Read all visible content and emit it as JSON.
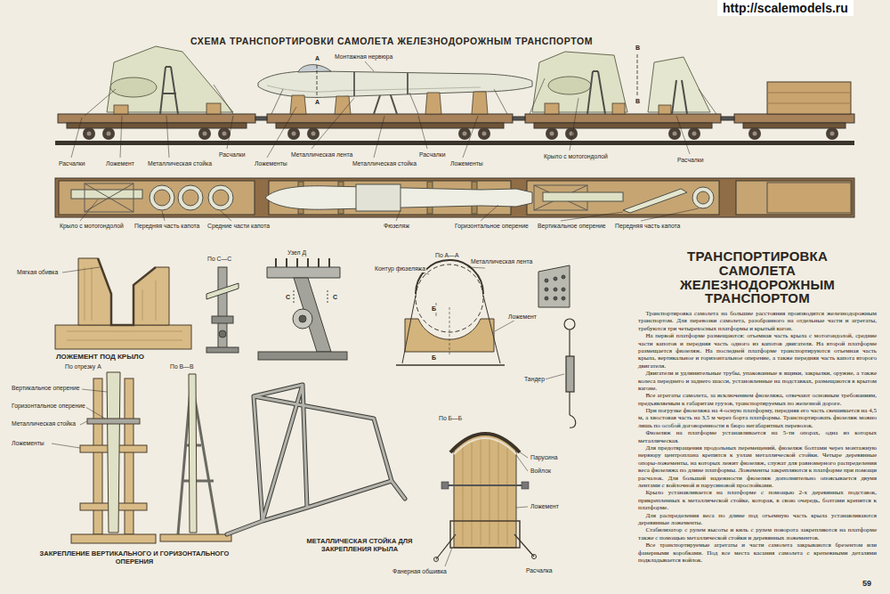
{
  "diagram": {
    "title": "СХЕМА ТРАНСПОРТИРОВКИ САМОЛЕТА ЖЕЛЕЗНОДОРОЖНЫМ ТРАНСПОРТОМ",
    "labels": [
      "http://scalemodels.ru",
      "Монтажная нервюра",
      "А",
      "А",
      "В",
      "В",
      "Расчалки",
      "Ложемент",
      "Металлическая стойка",
      "Расчалки",
      "Ложементы",
      "Металлическая лента",
      "Металлическая стойка",
      "Расчалки",
      "Ложементы",
      "Крыло с мотогондолой",
      "Расчалки",
      "Крыло с мотогондолой",
      "Передняя часть капота",
      "Средние части капота",
      "Фюзеляж",
      "Горизонтальное оперение",
      "Вертикальное оперение",
      "Передняя часть капота",
      "Мягкая обивка",
      "ЛОЖЕМЕНТ ПОД КРЫЛО",
      "По С—С",
      "Узел Д",
      "С",
      "С",
      "По А—А",
      "Контур фюзеляжа",
      "Металлическая лента",
      "Б",
      "Б",
      "Ложемент",
      "Тандер",
      "По отрезку А",
      "По В—В",
      "Вертикальное оперение",
      "Горизонтальное оперение",
      "Металлическая стойка",
      "Ложементы",
      "ЗАКРЕПЛЕНИЕ ВЕРТИКАЛЬНОГО И ГОРИЗОНТАЛЬНОГО ОПЕРЕНИЯ",
      "МЕТАЛЛИЧЕСКАЯ СТОЙКА ДЛЯ ЗАКРЕПЛЕНИЯ КРЫЛА",
      "По Б—Б",
      "Парусина",
      "Войлок",
      "Ложемент",
      "Фанерная обшивка",
      "Расчалка",
      "ТРАНСПОРТИРОВКА САМОЛЕТА ЖЕЛЕЗНОДОРОЖНЫМ ТРАНСПОРТОМ",
      "Транспортировка самолета на большие расстояния производится железнодорожным транспортом. Для перевозки самолета, разобранного на отдельные части и агрегаты, требуются три четырехосных платформы и крытый вагон.",
      "На первой платформе размещаются: отъемная часть крыла с мотогондолой, средние части капотов и передняя часть одного из капотов двигателя. На второй платформе размещается фюзеляж. На последней платформе транспортируются отъемная часть крыла, вертикальное и горизонтальное оперение, а также передняя часть капота второго двигателя.",
      "Двигатели и удлинительные трубы, упакованные в ящики, закрылки, оружие, а также колеса переднего и заднего шасси, установленные на подставках, размещаются в крытом вагоне.",
      "Все агрегаты самолета, за исключением фюзеляжа, отвечают основным требованиям, предъявляемым к габаритам грузов, транспортируемых по железной дороге.",
      "При погрузке фюзеляжа на 4-осную платформу, передняя его часть свешивается на 4,5 м, а хвостовая часть на 3,5 м через борта платформы. Транспортировать фюзеляж можно лишь по особой договоренности в бюро негабаритных перевозок.",
      "Фюзеляж на платформе устанавливается на 5-ти опорах, одна из которых металлическая.",
      "Для предотвращения продольных перемещений, фюзеляж болтами через монтажную нервюру центроплана крепится к узлам металлической стойки. Четыре деревянные опоры-ложементы, на которых лежит фюзеляж, служат для равномерного распределения веса фюзеляжа по длине платформы. Ложементы закрепляются к платформе при помощи расчалок. Для большей надежности фюзеляж дополнительно опоясывается двумя лентами с войлочной и парусиновой прослойками.",
      "Крыло устанавливается на платформе с помощью 2-х деревянных подставок, прикрепленных к металлической стойке, которая, в свою очередь, болтами крепится к платформе.",
      "Для распределения веса по длине под отъемную часть крыла устанавливаются деревянные ложементы.",
      "Стабилизатор с рулем высоты и киль с рулем поворота закрепляются на платформе также с помощью металлической стойки и деревянных ложементов.",
      "Все транспортируемые агрегаты и части самолета закрываются брезентом или фанерными коробками. Под все места касания самолета с крепежными деталями подкладывается войлок.",
      "59"
    ]
  }
}
